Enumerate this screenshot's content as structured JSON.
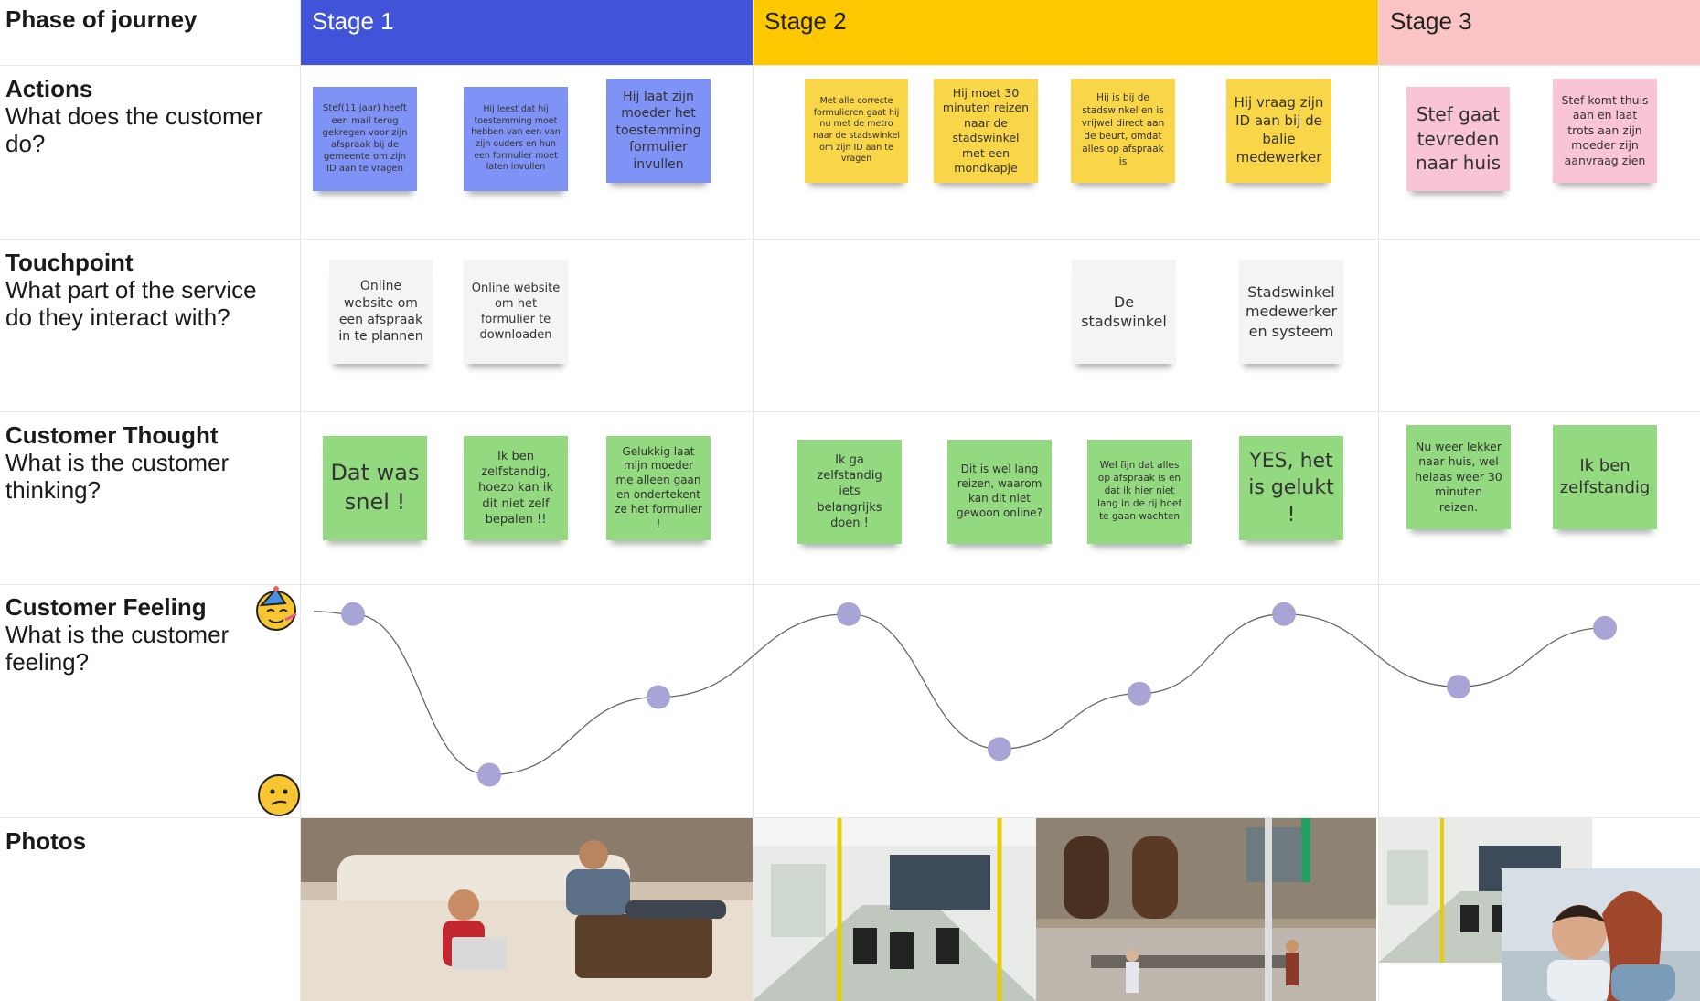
{
  "rows": {
    "phase": {
      "title": "Phase of journey"
    },
    "actions": {
      "title": "Actions",
      "subtitle": "What does the customer do?"
    },
    "touchpoint": {
      "title": "Touchpoint",
      "subtitle": "What part of the service do they interact with?"
    },
    "thought": {
      "title": "Customer Thought",
      "subtitle": "What is the customer thinking?"
    },
    "feeling": {
      "title": "Customer Feeling",
      "subtitle": "What is the customer feeling?"
    },
    "photos": {
      "title": "Photos"
    }
  },
  "stages": [
    {
      "label": "Stage 1",
      "color": "#4154d9"
    },
    {
      "label": "Stage 2",
      "color": "#fdc800"
    },
    {
      "label": "Stage 3",
      "color": "#fbc4c4"
    }
  ],
  "actions": [
    "Stef(11 jaar) heeft een mail terug gekregen voor zijn afspraak bij de gemeente om zijn ID aan te vragen",
    "Hij leest dat hij toestemming moet hebben van een van zijn ouders en hun een formulier moet laten invullen",
    "Hij laat zijn moeder het toestemming formulier invullen",
    "Met alle correcte formulieren gaat hij nu met de metro naar de stadswinkel om zijn ID aan te vragen",
    "Hij moet 30 minuten reizen naar de stadswinkel met een mondkapje",
    "Hij is bij de stadswinkel en is vrijwel direct aan de beurt, omdat alles op afspraak is",
    "Hij vraag zijn ID aan bij de balie medewerker",
    "Stef gaat tevreden naar huis",
    "Stef komt thuis aan en laat trots aan zijn moeder zijn aanvraag zien"
  ],
  "touchpoints": [
    "Online website om een afspraak in te plannen",
    "Online website om het formulier te downloaden",
    "De stadswinkel",
    "Stadswinkel medewerker en systeem"
  ],
  "thoughts": [
    "Dat was snel !",
    "Ik ben zelfstandig, hoezo kan ik dit niet zelf bepalen !!",
    "Gelukkig laat mijn moeder me alleen gaan en ondertekent ze het formulier !",
    "Ik ga zelfstandig iets belangrijks doen !",
    "Dit is wel lang reizen, waarom kan dit niet gewoon online?",
    "Wel fijn dat alles op afspraak is en dat ik hier niet lang in de rij hoef te gaan wachten",
    "YES, het is gelukt !",
    "Nu weer lekker naar huis, wel helaas weer 30 minuten reizen.",
    "Ik ben zelfstandig"
  ],
  "feeling_curve": {
    "scale_top_icon": "party-face-icon",
    "scale_bottom_icon": "confused-face-icon",
    "values": [
      0.98,
      0.05,
      0.5,
      0.98,
      0.2,
      0.52,
      0.98,
      0.56,
      0.9
    ],
    "line_color": "#666666",
    "point_color": "#a9a4d6"
  },
  "photos": [
    {
      "name": "child-on-couch-with-laptop-photo"
    },
    {
      "name": "metro-interior-photo"
    },
    {
      "name": "stadswinkel-entrance-photo"
    },
    {
      "name": "metro-interior-small-photo"
    },
    {
      "name": "mother-and-son-photo"
    }
  ]
}
